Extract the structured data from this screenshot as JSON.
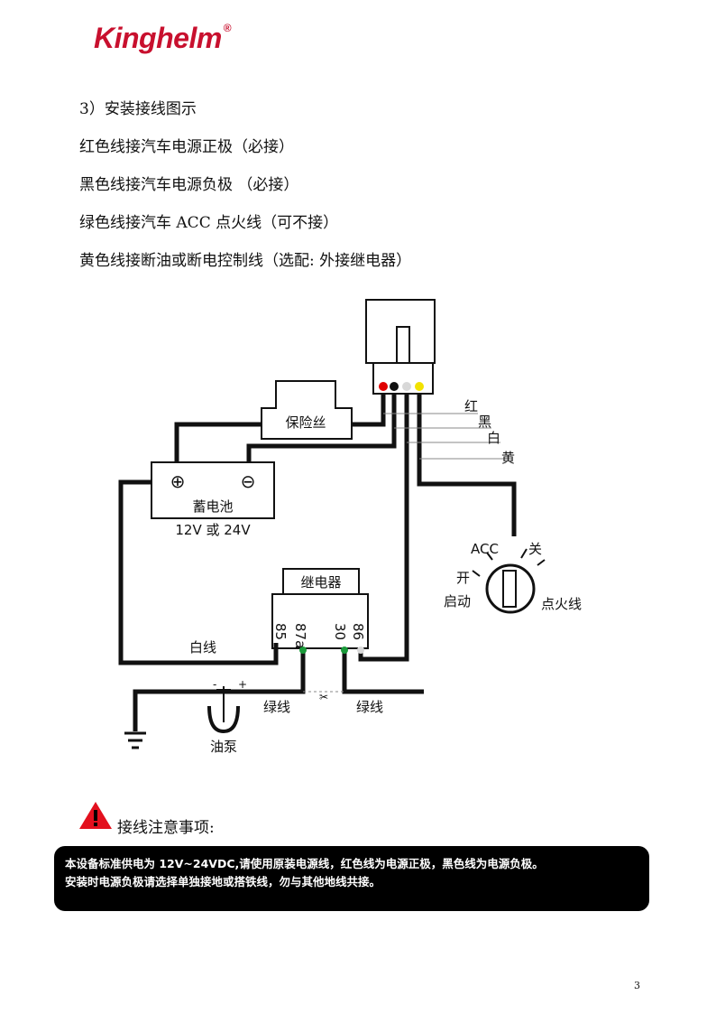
{
  "header": {
    "logo_text": "Kinghelm",
    "logo_mark": "®",
    "brand_color": "#c8102e"
  },
  "section": {
    "title": "3）安装接线图示",
    "lines": [
      "红色线接汽车电源正极（必接）",
      "黑色线接汽车电源负极 （必接）",
      "绿色线接汽车 ACC 点火线（可不接）",
      "黄色线接断油或断电控制线（选配: 外接继电器）"
    ]
  },
  "diagram": {
    "fuse": "保险丝",
    "battery": {
      "label": "蓄电池",
      "voltage": "12V 或 24V",
      "plus": "⊕",
      "minus": "⊖"
    },
    "wires": {
      "red": "红",
      "black": "黑",
      "white": "白",
      "yellow": "黄"
    },
    "relay": {
      "label": "继电器",
      "pins": [
        "85",
        "87a",
        "30",
        "86"
      ]
    },
    "white_wire": "白线",
    "green_wire_left": "绿线",
    "green_wire_right": "绿线",
    "pump": {
      "label": "油泵",
      "minus": "-",
      "plus": "+"
    },
    "scissors": "✂",
    "ignition": {
      "acc": "ACC",
      "off": "关",
      "on": "开",
      "start": "启动",
      "label": "点火线"
    },
    "wire_colors": {
      "red": "#e00000",
      "black": "#111111",
      "white": "#d8d8d8",
      "yellow": "#f2e200",
      "green": "#1a9a3a"
    }
  },
  "notes": {
    "title": "接线注意事项:",
    "body_line1": "本设备标准供电为 12V~24VDC,请使用原装电源线，红色线为电源正极，黑色线为电源负极。",
    "body_line2": "安装时电源负极请选择单独接地或搭铁线，勿与其他地线共接。"
  },
  "page_number": "3"
}
